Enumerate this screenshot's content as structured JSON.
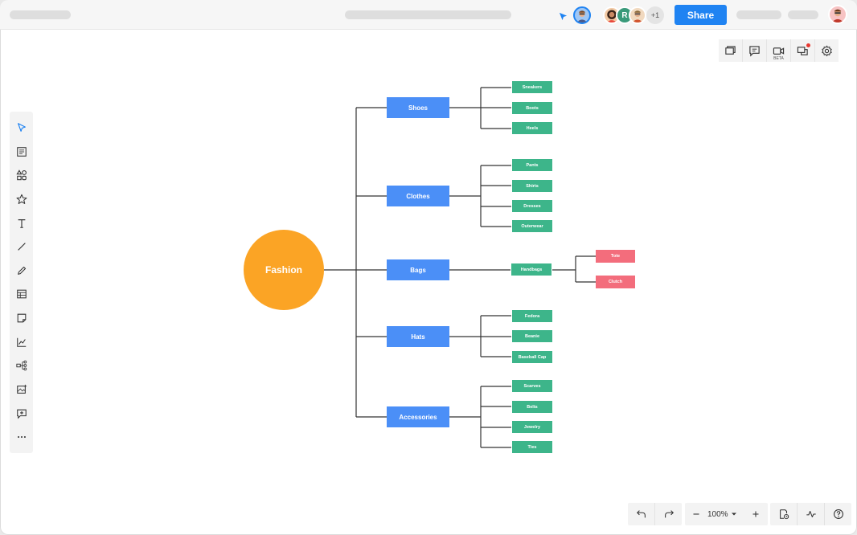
{
  "share_label": "Share",
  "collaborators": {
    "letter": "R",
    "extra_count": "+1"
  },
  "mindmap": {
    "center": "Fashion",
    "branches": [
      {
        "label": "Shoes",
        "children": [
          "Sneakers",
          "Boots",
          "Heels"
        ]
      },
      {
        "label": "Clothes",
        "children": [
          "Pants",
          "Shirts",
          "Dresses",
          "Outerwear"
        ]
      },
      {
        "label": "Bags",
        "children": [
          "Handbags"
        ],
        "grandchildren": [
          "Tote",
          "Clutch"
        ]
      },
      {
        "label": "Hats",
        "children": [
          "Fedora",
          "Beanie",
          "Baseball Cap"
        ]
      },
      {
        "label": "Accessories",
        "children": [
          "Scarves",
          "Belts",
          "Jewelry",
          "Ties"
        ]
      }
    ]
  },
  "toolbar_right": {
    "video_badge": "BETA"
  },
  "zoom": {
    "level": "100%"
  },
  "colors": {
    "accent": "#1f83f2",
    "center": "#fba425",
    "level1": "#4b8ff7",
    "level2": "#3db58a",
    "level3": "#f36d7c"
  }
}
